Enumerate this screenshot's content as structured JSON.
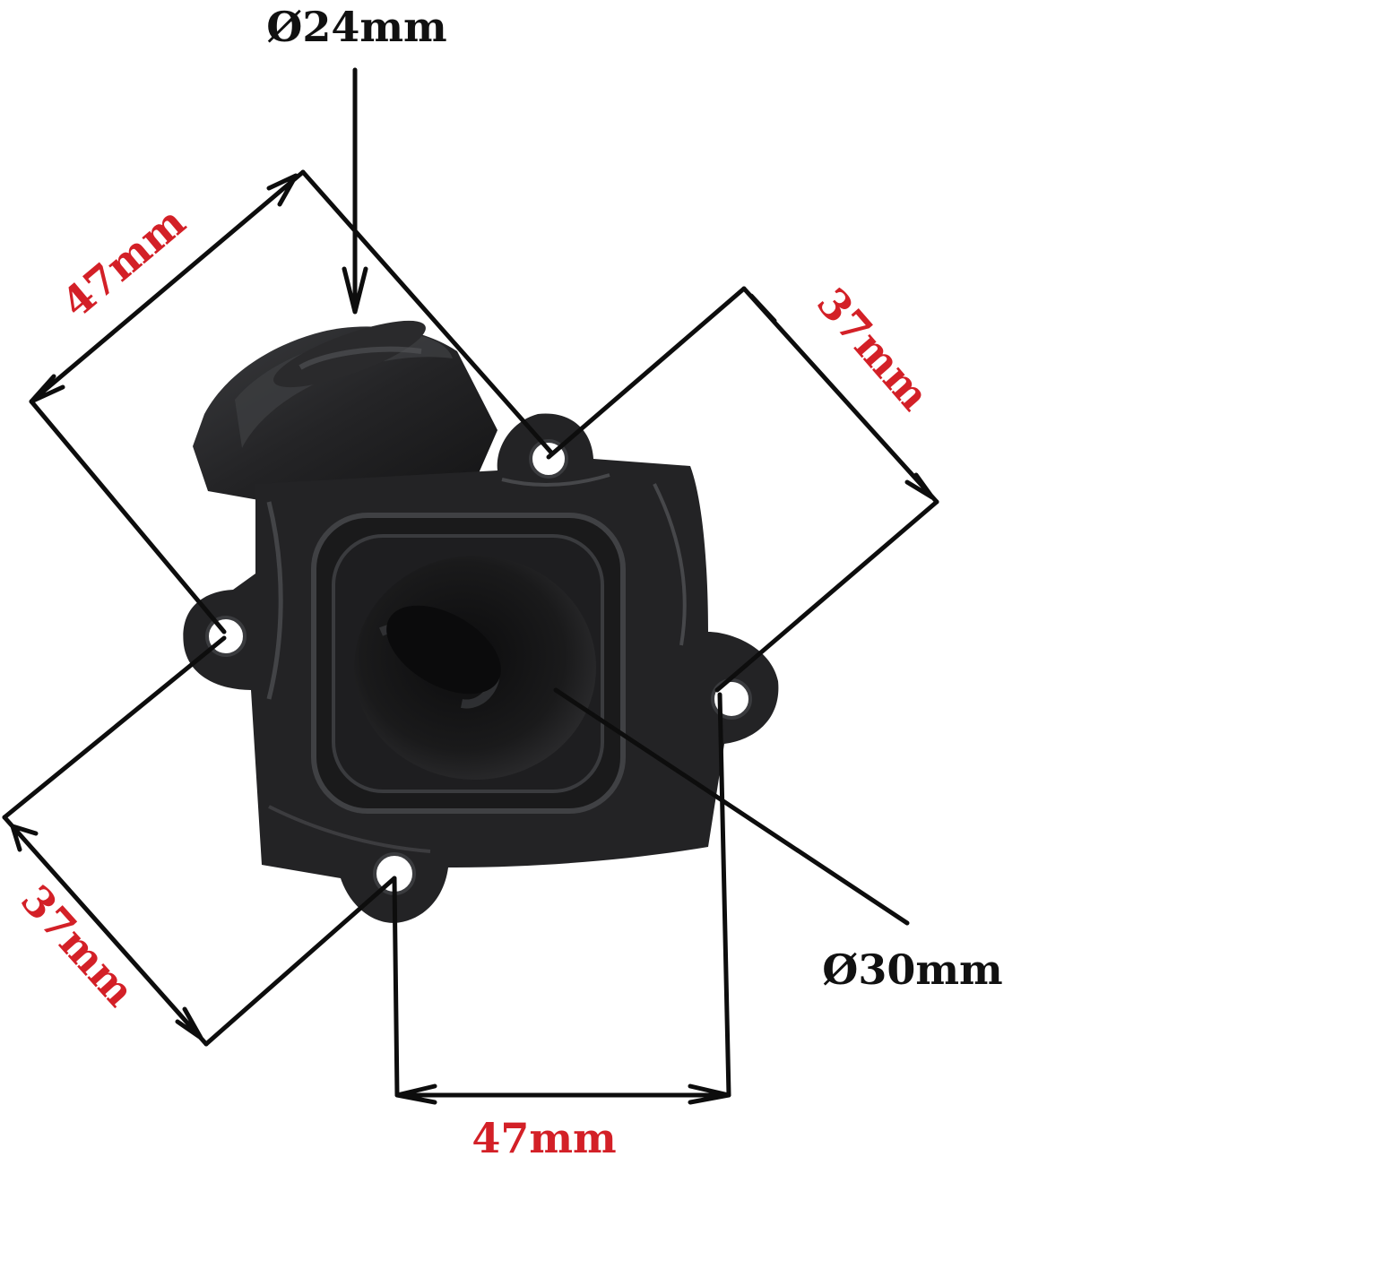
{
  "colors": {
    "label_red": "#d32027",
    "label_black": "#111111",
    "part_body": "#1e1e1f",
    "part_highlight": "#4a4b4e",
    "background": "#ffffff"
  },
  "labels": {
    "outlet_diameter": "Ø24mm",
    "inlet_diameter": "Ø30mm",
    "top_left_width": "47mm",
    "top_right_height": "37mm",
    "bottom_left_height": "37mm",
    "bottom_width": "47mm"
  }
}
